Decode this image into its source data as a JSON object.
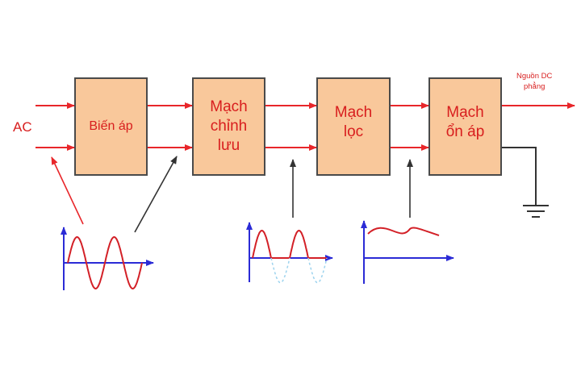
{
  "input_label": "AC",
  "output_label": "Nguồn DC\nphẳng",
  "blocks": [
    {
      "label": "Biến áp"
    },
    {
      "label": "Mạch\nchỉnh\nlưu"
    },
    {
      "label": "Mạch\nlọc"
    },
    {
      "label": "Mạch\nổn áp"
    }
  ],
  "colors": {
    "block_fill": "#f9c89b",
    "block_border": "#4a4a4a",
    "signal_line": "#e8262a",
    "text": "#d81e1e",
    "axis": "#2b2bd6",
    "waveform": "#d32027",
    "annotation_arrow": "#333333",
    "ground": "#333333"
  },
  "waveforms": [
    {
      "type": "sine",
      "meaning": "AC waveform"
    },
    {
      "type": "half-wave-rectified",
      "meaning": "rectified output"
    },
    {
      "type": "filtered-ripple",
      "meaning": "filtered output"
    }
  ]
}
